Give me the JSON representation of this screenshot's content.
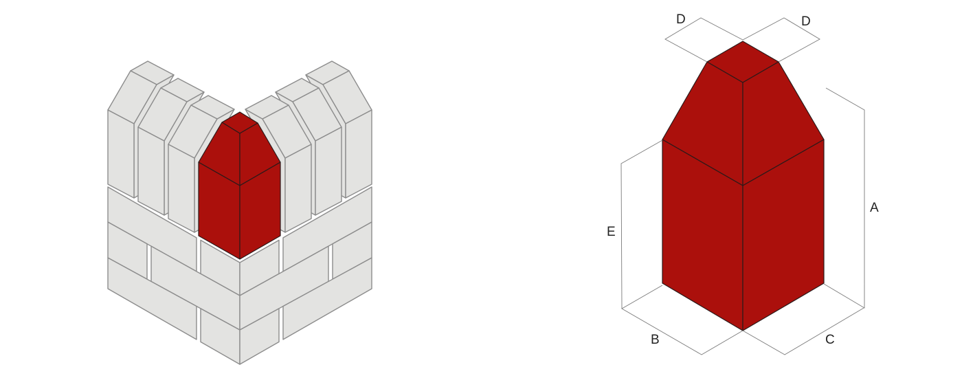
{
  "diagram": {
    "colors": {
      "block": "#ab100c",
      "brick": "#e3e3e1",
      "brick_outline": "#8c8c8c"
    },
    "dimension_labels": {
      "d_left": "D",
      "d_right": "D",
      "a": "A",
      "e": "E",
      "b": "B",
      "c": "C"
    }
  }
}
